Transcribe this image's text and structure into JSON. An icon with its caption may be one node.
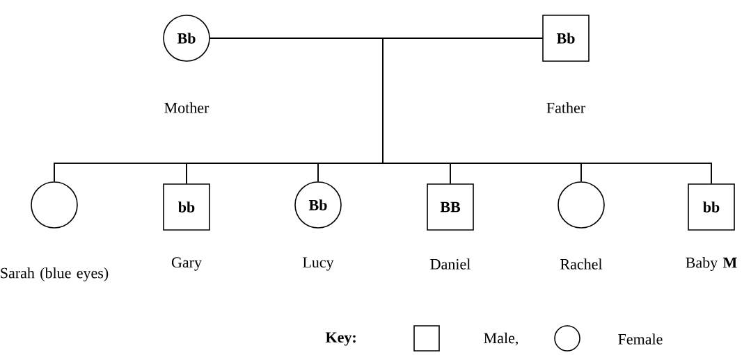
{
  "diagram": {
    "nodes": [
      {
        "text": [
          "Bb"
        ],
        "beside": [
          "Mother"
        ]
      },
      {
        "text": [
          "Bb"
        ],
        "beside": [
          "Father"
        ]
      },
      {
        "text": [],
        "shape": "circle",
        "beside": [
          "Sarah (blue eyes)"
        ]
      },
      {
        "text": [
          "bb"
        ],
        "beside": [
          "Gary"
        ]
      },
      {
        "text": [
          "Bb"
        ],
        "beside": [
          "Lucy"
        ]
      },
      {
        "text": [
          "BB"
        ],
        "beside": [
          "Daniel"
        ]
      },
      {
        "text": [],
        "shape": "circle",
        "beside": [
          "Rachel"
        ]
      },
      {
        "text": [
          "bb"
        ],
        "beside": [
          "Baby **M**"
        ]
      }
    ],
    "edges": [
      {
        "from": 0,
        "to": 1,
        "arrow": "none"
      },
      {
        "from": 0,
        "to": 2,
        "arrow": "none"
      },
      {
        "from": 1,
        "to": 2,
        "arrow": "none"
      },
      {
        "from": 0,
        "to": 3,
        "arrow": "none"
      },
      {
        "from": 1,
        "to": 3,
        "arrow": "none"
      },
      {
        "from": 0,
        "to": 4,
        "arrow": "none"
      },
      {
        "from": 1,
        "to": 4,
        "arrow": "none"
      },
      {
        "from": 0,
        "to": 5,
        "arrow": "none"
      },
      {
        "from": 1,
        "to": 5,
        "arrow": "none"
      },
      {
        "from": 0,
        "to": 6,
        "arrow": "none"
      },
      {
        "from": 1,
        "to": 6,
        "arrow": "none"
      },
      {
        "from": 0,
        "to": 7,
        "arrow": "none"
      },
      {
        "from": 1,
        "to": 7,
        "arrow": "none"
      }
    ],
    "labels": [
      "Key:"
    ],
    "legend": [
      {
        "text": "Male,"
      },
      {
        "text": "Female"
      }
    ]
  }
}
